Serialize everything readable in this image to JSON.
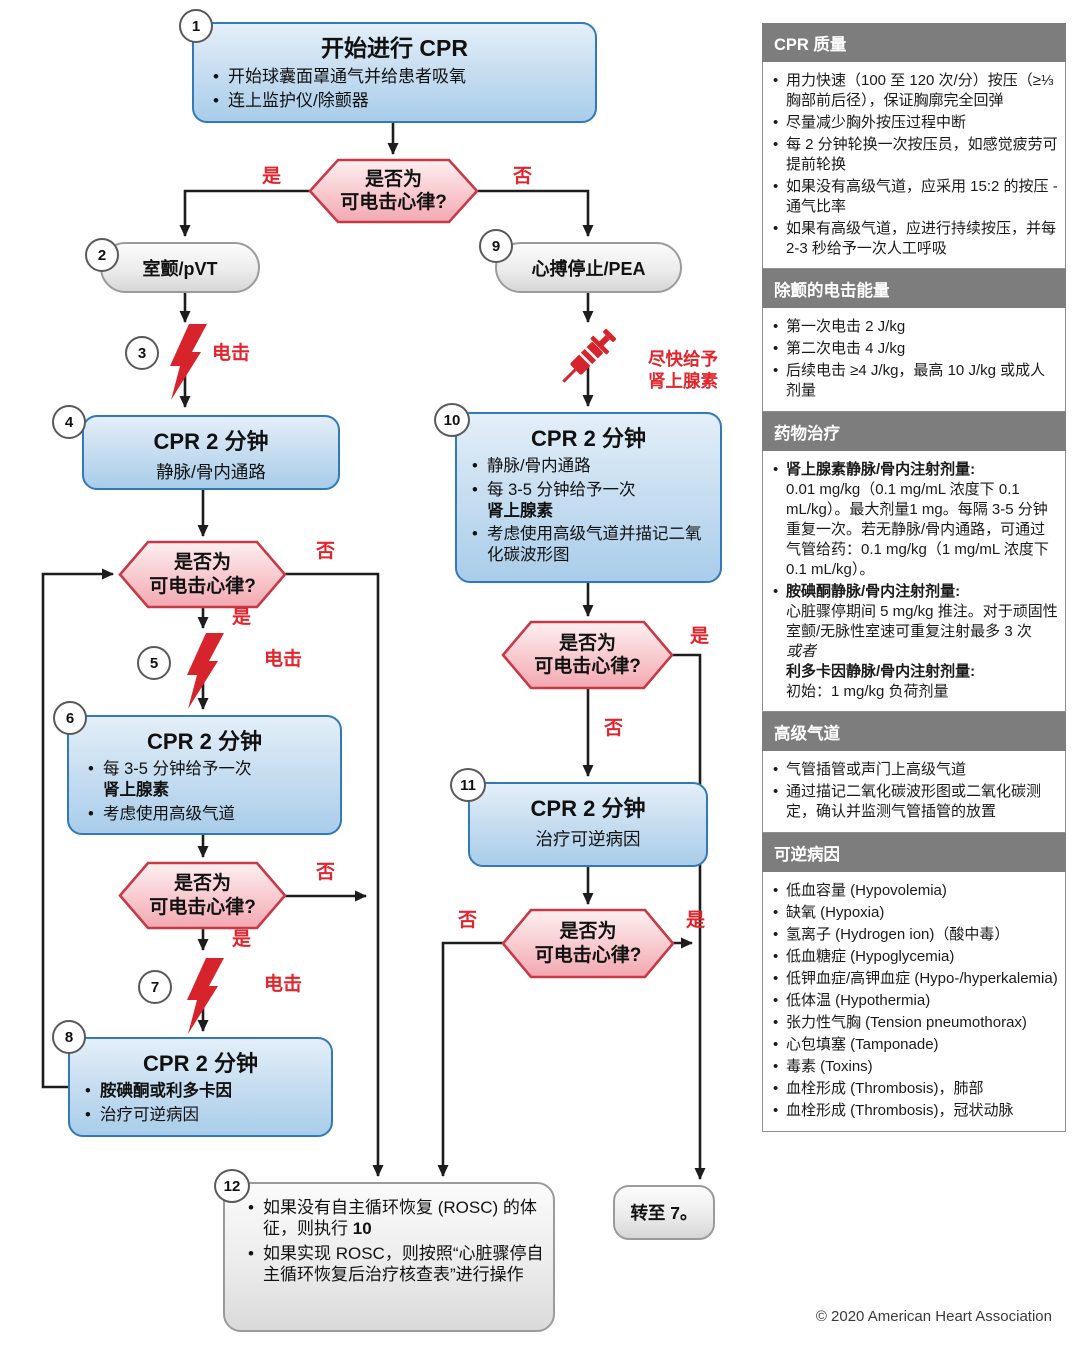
{
  "colors": {
    "aha_red": "#e2242c",
    "blue_box_border": "#3279b8",
    "hex_border": "#c63a47",
    "sidebar_header_bg": "#7d7d7d",
    "line_color": "#1d1d1d"
  },
  "flow": {
    "decision": {
      "line1": "是否为",
      "line2": "可电击心律?"
    },
    "labels": {
      "yes": "是",
      "no": "否",
      "shock": "电击",
      "epi_line1": "尽快给予",
      "epi_line2": "肾上腺素"
    },
    "nodes": {
      "n1": {
        "num": "1",
        "title": "开始进行 CPR",
        "bullets": [
          "开始球囊面罩通气并给患者吸氧",
          "连上监护仪/除颤器"
        ]
      },
      "n2": {
        "num": "2",
        "title": "室颤/pVT"
      },
      "n3": {
        "num": "3"
      },
      "n4": {
        "num": "4",
        "title": "CPR 2 分钟",
        "subtitle": "静脉/骨内通路"
      },
      "n5": {
        "num": "5"
      },
      "n6": {
        "num": "6",
        "title": "CPR 2 分钟",
        "b1": "每 3-5 分钟给予一次",
        "b1b": "肾上腺素",
        "b2": "考虑使用高级气道"
      },
      "n7": {
        "num": "7"
      },
      "n8": {
        "num": "8",
        "title": "CPR 2 分钟",
        "b1": "胺碘酮或利多卡因",
        "b2": "治疗可逆病因"
      },
      "n9": {
        "num": "9",
        "title": "心搏停止/PEA"
      },
      "n10": {
        "num": "10",
        "title": "CPR 2 分钟",
        "b1": "静脉/骨内通路",
        "b2": "每 3-5 分钟给予一次",
        "b2b": "肾上腺素",
        "b3": "考虑使用高级气道并描记二氧化碳波形图"
      },
      "n11": {
        "num": "11",
        "title": "CPR 2 分钟",
        "subtitle": "治疗可逆病因"
      },
      "n12": {
        "num": "12",
        "b1a": "如果没有自主循环恢复 (ROSC) 的体征，则执行 ",
        "b1b": "10",
        "b2": "如果实现 ROSC，则按照“心脏骤停自主循环恢复后治疗核查表”进行操作"
      },
      "goto7": {
        "text": "转至 7。"
      }
    }
  },
  "sidebar": {
    "sections": [
      {
        "title": "CPR 质量",
        "bullets": [
          "用力快速（100 至 120 次/分）按压（≥⅓ 胸部前后径），保证胸廓完全回弹",
          "尽量减少胸外按压过程中断",
          "每 2 分钟轮换一次按压员，如感觉疲劳可提前轮换",
          "如果没有高级气道，应采用 15:2 的按压 - 通气比率",
          "如果有高级气道，应进行持续按压，并每 2-3 秒给予一次人工呼吸"
        ]
      },
      {
        "title": "除颤的电击能量",
        "bullets": [
          "第一次电击 2 J/kg",
          "第二次电击 4 J/kg",
          "后续电击 ≥4 J/kg，最高 10 J/kg 或成人剂量"
        ]
      },
      {
        "title": "药物治疗",
        "epi_title": "肾上腺素静脉/骨内注射剂量:",
        "epi_body": "0.01 mg/kg（0.1 mg/mL 浓度下 0.1 mL/kg）。最大剂量1 mg。每隔 3-5 分钟重复一次。若无静脉/骨内通路，可通过气管给药：0.1 mg/kg（1 mg/mL 浓度下 0.1 mL/kg）。",
        "amio_title": "胺碘酮静脉/骨内注射剂量:",
        "amio_body": "心脏骤停期间 5 mg/kg 推注。对于顽固性室颤/无脉性室速可重复注射最多 3 次",
        "or_word": "或者",
        "lido_title": "利多卡因静脉/骨内注射剂量:",
        "lido_body": "初始：1 mg/kg 负荷剂量"
      },
      {
        "title": "高级气道",
        "bullets": [
          "气管插管或声门上高级气道",
          "通过描记二氧化碳波形图或二氧化碳测定，确认并监测气管插管的放置"
        ]
      },
      {
        "title": "可逆病因",
        "bullets": [
          "低血容量 (Hypovolemia)",
          "缺氧 (Hypoxia)",
          "氢离子 (Hydrogen ion)（酸中毒）",
          "低血糖症 (Hypoglycemia)",
          "低钾血症/高钾血症 (Hypo-/hyperkalemia)",
          "低体温 (Hypothermia)",
          "张力性气胸 (Tension pneumothorax)",
          "心包填塞 (Tamponade)",
          "毒素 (Toxins)",
          "血栓形成 (Thrombosis)，肺部",
          "血栓形成 (Thrombosis)，冠状动脉"
        ]
      }
    ]
  },
  "footer": {
    "copyright": "© 2020 American Heart Association"
  }
}
